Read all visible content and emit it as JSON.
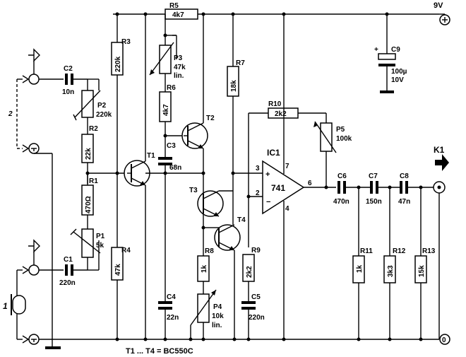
{
  "rails": {
    "vplus": "9V",
    "gnd": "0"
  },
  "footer": "T1 ... T4 = BC550C",
  "components": {
    "R1": {
      "ref": "R1",
      "val": "470Ω"
    },
    "R2": {
      "ref": "R2",
      "val": "22k"
    },
    "R3": {
      "ref": "R3",
      "val": "220k"
    },
    "R4": {
      "ref": "R4",
      "val": "47k"
    },
    "R5": {
      "ref": "R5",
      "val": "4k7"
    },
    "R6": {
      "ref": "R6",
      "val": "4k7"
    },
    "R7": {
      "ref": "R7",
      "val": "18k"
    },
    "R8": {
      "ref": "R8",
      "val": "1k"
    },
    "R9": {
      "ref": "R9",
      "val": "2k2"
    },
    "R10": {
      "ref": "R10",
      "val": "2k2"
    },
    "R11": {
      "ref": "R11",
      "val": "1k"
    },
    "R12": {
      "ref": "R12",
      "val": "3k3"
    },
    "R13": {
      "ref": "R13",
      "val": "15k"
    },
    "P1": {
      "ref": "P1",
      "val": "5k"
    },
    "P2": {
      "ref": "P2",
      "val": "220k"
    },
    "P3": {
      "ref": "P3",
      "val": "47k",
      "extra": "lin."
    },
    "P4": {
      "ref": "P4",
      "val": "10k",
      "extra": "lin."
    },
    "P5": {
      "ref": "P5",
      "val": "100k"
    },
    "C1": {
      "ref": "C1",
      "val": "220n"
    },
    "C2": {
      "ref": "C2",
      "val": "10n"
    },
    "C3": {
      "ref": "C3",
      "val": "68n"
    },
    "C4": {
      "ref": "C4",
      "val": "22n"
    },
    "C5": {
      "ref": "C5",
      "val": "220n"
    },
    "C6": {
      "ref": "C6",
      "val": "470n"
    },
    "C7": {
      "ref": "C7",
      "val": "150n"
    },
    "C8": {
      "ref": "C8",
      "val": "47n"
    },
    "C9": {
      "ref": "C9",
      "val": "100µ",
      "extra": "10V"
    },
    "T1": {
      "ref": "T1"
    },
    "T2": {
      "ref": "T2"
    },
    "T3": {
      "ref": "T3"
    },
    "T4": {
      "ref": "T4"
    },
    "IC1": {
      "ref": "IC1",
      "val": "741",
      "pin_in_plus": "3",
      "pin_in_minus": "2",
      "pin_out": "6",
      "pin_vp": "7",
      "pin_vm": "4"
    },
    "K1": {
      "ref": "K1"
    },
    "mic": {
      "ref": "1"
    },
    "line2": {
      "ref": "2"
    }
  }
}
